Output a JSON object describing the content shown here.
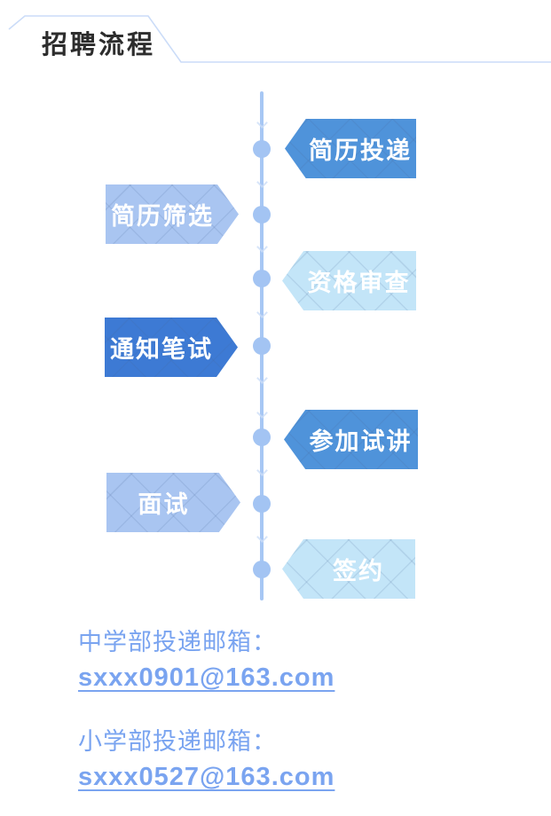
{
  "page": {
    "background_color": "#ffffff"
  },
  "header": {
    "title": "招聘流程",
    "title_color": "#2d2d2d",
    "outline_color": "#cbdcf8"
  },
  "timeline": {
    "line_color": "#a7c7f4",
    "dot_color": "#a3c4f3",
    "steps": [
      {
        "label": "简历投递",
        "side": "right",
        "direction": "point-left",
        "color": "#4f93da",
        "text_color": "#ffffff"
      },
      {
        "label": "简历筛选",
        "side": "left",
        "direction": "point-right",
        "color": "#a9c5f1",
        "text_color": "#ffffff"
      },
      {
        "label": "资格审查",
        "side": "right",
        "direction": "point-left",
        "color": "#c3e5f8",
        "text_color": "#ffffff"
      },
      {
        "label": "通知笔试",
        "side": "left",
        "direction": "point-right",
        "color": "#3d7ad4",
        "text_color": "#ffffff"
      },
      {
        "label": "参加试讲",
        "side": "right",
        "direction": "point-left",
        "color": "#4f93da",
        "text_color": "#ffffff"
      },
      {
        "label": "面试",
        "side": "left",
        "direction": "point-right",
        "color": "#a9c5f1",
        "text_color": "#ffffff"
      },
      {
        "label": "签约",
        "side": "right",
        "direction": "point-left",
        "color": "#c3e5f8",
        "text_color": "#ffffff"
      }
    ]
  },
  "contacts": {
    "text_color": "#7aa4f0",
    "items": [
      {
        "label": "中学部投递邮箱：",
        "email": "sxxx0901@163.com"
      },
      {
        "label": "小学部投递邮箱：",
        "email": "sxxx0527@163.com"
      }
    ]
  }
}
